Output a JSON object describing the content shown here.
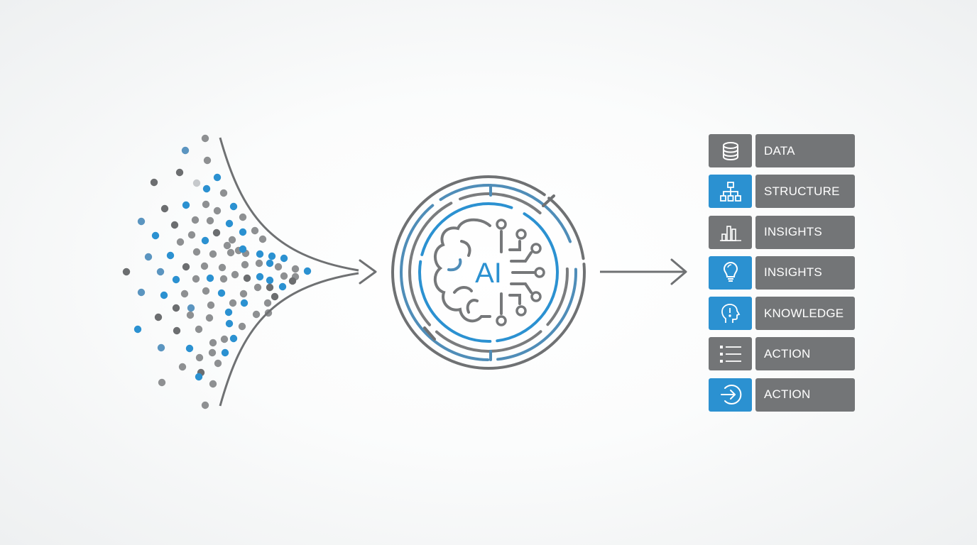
{
  "colors": {
    "blue": "#2b91d1",
    "gray": "#737577",
    "dot_gray": "#8e9092",
    "dot_dark": "#6c6e70",
    "line_gray": "#6f7173",
    "background": "#f7f8f8"
  },
  "hub": {
    "label": "AI",
    "icon": "brain-circuit-maze-icon"
  },
  "outputs": [
    {
      "label": "DATA",
      "icon": "database-icon",
      "accent": "gray"
    },
    {
      "label": "STRUCTURE",
      "icon": "hierarchy-icon",
      "accent": "blue"
    },
    {
      "label": "INSIGHTS",
      "icon": "bar-chart-icon",
      "accent": "gray"
    },
    {
      "label": "INSIGHTS",
      "icon": "lightbulb-icon",
      "accent": "blue"
    },
    {
      "label": "KNOWLEDGE",
      "icon": "head-idea-icon",
      "accent": "blue"
    },
    {
      "label": "ACTION",
      "icon": "checklist-icon",
      "accent": "gray"
    },
    {
      "label": "ACTION",
      "icon": "arrow-circle-icon",
      "accent": "blue"
    }
  ]
}
